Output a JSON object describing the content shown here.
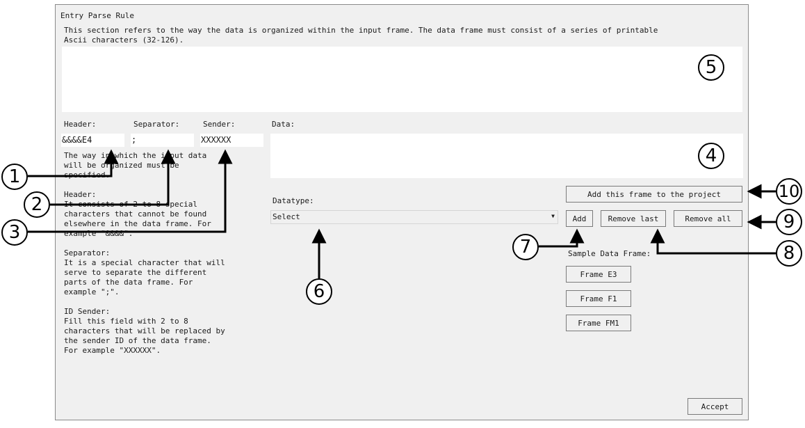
{
  "panel": {
    "title": "Entry Parse Rule",
    "description": "This section refers to the way the data is organized within the input frame. The data frame must consist of a series of printable\nAscii characters (32-126)."
  },
  "fields": {
    "header_label": "Header:",
    "header_value": "&&&&E4",
    "separator_label": "Separator:",
    "separator_value": ";",
    "sender_label": "Sender:",
    "sender_value": "XXXXXX",
    "data_label": "Data:"
  },
  "help_text": "The way in which the input data\nwill be organized must be\nspecified.\n\nHeader:\nIt consists of 2 to 8 special\ncharacters that cannot be found\nelsewhere in the data frame. For\nexample \"&&&&\".\n\nSeparator:\nIt is a special character that will\nserve to separate the different\nparts of the data frame. For\nexample \";\".\n\nID Sender:\nFill this field with 2 to 8\ncharacters that will be replaced by\nthe sender ID of the data frame.\nFor example \"XXXXXX\".",
  "datatype": {
    "label": "Datatype:",
    "selected": "Select",
    "arrow": "▼"
  },
  "buttons": {
    "add_frame": "Add this frame to the project",
    "add": "Add",
    "remove_last": "Remove last",
    "remove_all": "Remove all",
    "accept": "Accept"
  },
  "sample": {
    "label": "Sample Data Frame:",
    "frames": [
      "Frame E3",
      "Frame F1",
      "Frame FM1"
    ]
  },
  "callouts": [
    "1",
    "2",
    "3",
    "4",
    "5",
    "6",
    "7",
    "8",
    "9",
    "10"
  ]
}
